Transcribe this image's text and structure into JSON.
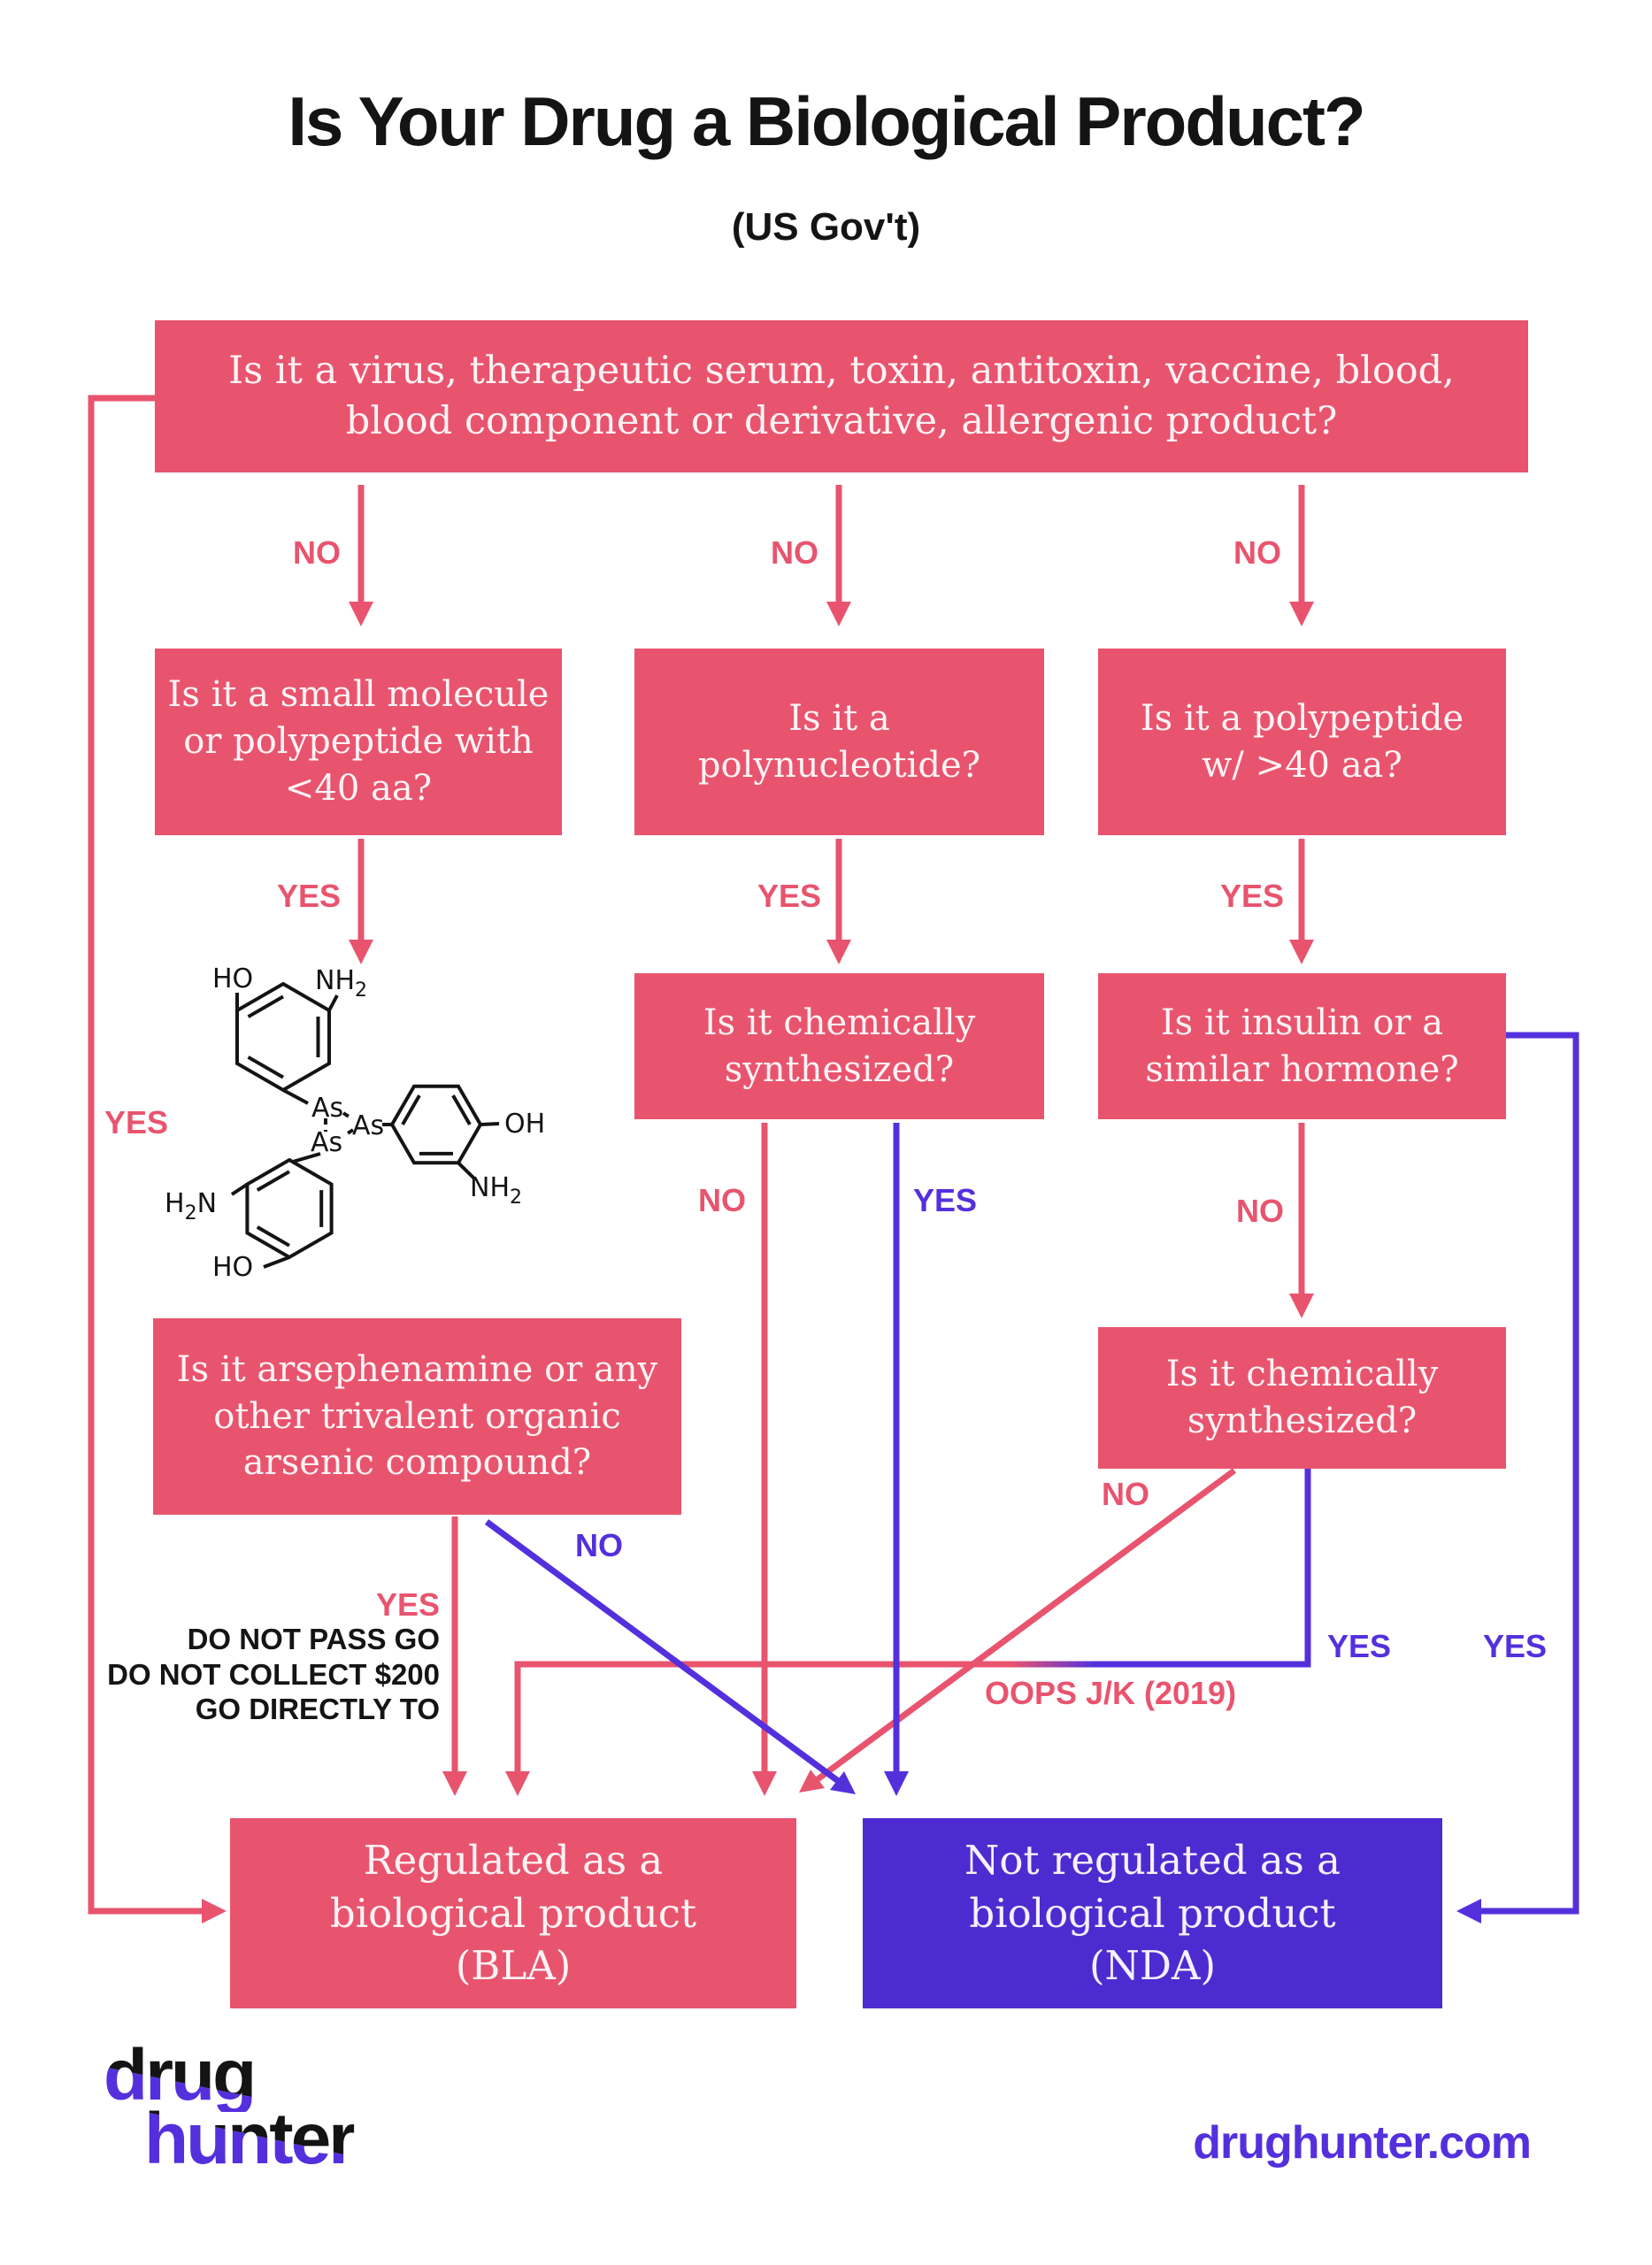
{
  "title": "Is Your Drug a Biological Product?",
  "subtitle": "(US Gov't)",
  "colors": {
    "pink": "#e8546e",
    "purple": "#5430dd",
    "purple_box": "#4e2bd0",
    "ink": "#141414",
    "background": "#ffffff"
  },
  "nodes": {
    "virus_question": {
      "lines": [
        "Is it a virus, therapeutic serum, toxin, antitoxin, vaccine, blood,",
        "blood component or derivative, allergenic product?"
      ]
    },
    "small_molecule": {
      "lines": [
        "Is it a small molecule",
        "or polypeptide with",
        "<40 aa?"
      ]
    },
    "polynucleotide": {
      "lines": [
        "Is it a",
        "polynucleotide?"
      ]
    },
    "polypeptide": {
      "lines": [
        "Is it a polypeptide",
        "w/ >40 aa?"
      ]
    },
    "chem_synth_mid": {
      "lines": [
        "Is it chemically",
        "synthesized?"
      ]
    },
    "insulin": {
      "lines": [
        "Is it insulin or a",
        "similar hormone?"
      ]
    },
    "chem_synth_right": {
      "lines": [
        "Is it chemically",
        "synthesized?"
      ]
    },
    "arsephenamine": {
      "lines": [
        "Is it arsephenamine or any",
        "other trivalent organic",
        "arsenic compound?"
      ]
    },
    "outcome_bla": {
      "lines": [
        "Regulated as a",
        "biological product",
        "(BLA)"
      ]
    },
    "outcome_nda": {
      "lines": [
        "Not regulated as a",
        "biological product",
        "(NDA)"
      ]
    }
  },
  "edges": {
    "virus_yes_left": {
      "label": "YES"
    },
    "virus_no_1": {
      "label": "NO"
    },
    "virus_no_2": {
      "label": "NO"
    },
    "virus_no_3": {
      "label": "NO"
    },
    "small_molecule_yes": {
      "label": "YES"
    },
    "polynucleotide_yes": {
      "label": "YES"
    },
    "polypeptide_yes": {
      "label": "YES"
    },
    "chem_mid_no": {
      "label": "NO"
    },
    "chem_mid_yes": {
      "label": "YES"
    },
    "insulin_no": {
      "label": "NO"
    },
    "insulin_yes_right": {
      "label": "YES"
    },
    "ars_yes": {
      "label": "YES"
    },
    "ars_no_diag": {
      "label": "NO"
    },
    "chem_right_no_diag": {
      "label": "NO"
    },
    "chem_right_yes": {
      "label": "YES"
    }
  },
  "annotations": {
    "monopoly": [
      "DO NOT PASS GO",
      "DO NOT COLLECT $200",
      "GO DIRECTLY TO"
    ],
    "oops": "OOPS J/K (2019)"
  },
  "chemistry": {
    "molecule": "arsphenamine trimer",
    "ho": "HO",
    "oh": "OH",
    "as": "As",
    "nh": "NH",
    "h": "H",
    "n": "N",
    "sub2": "2"
  },
  "footer": {
    "logo_line1": "drug",
    "logo_line2": "hunter",
    "website": "drughunter.com"
  }
}
